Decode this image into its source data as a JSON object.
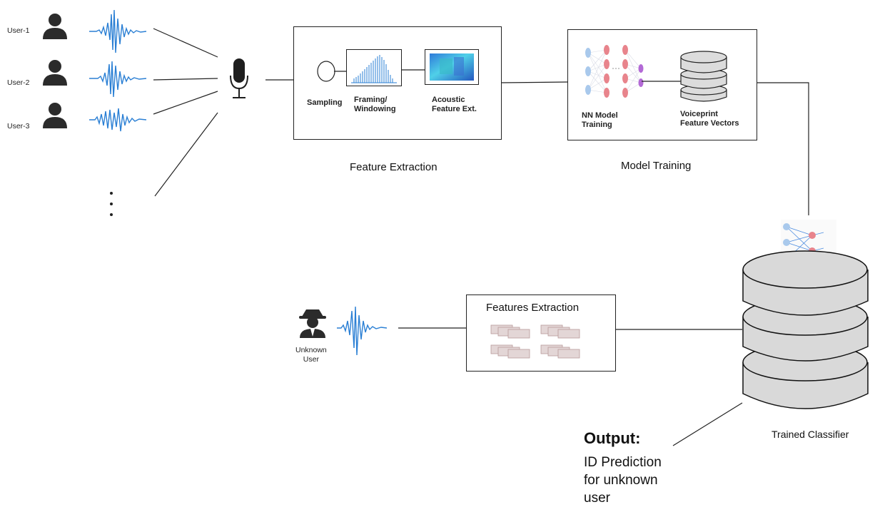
{
  "users": [
    {
      "label": "User-1",
      "icon": "person-icon"
    },
    {
      "label": "User-2",
      "icon": "person-icon"
    },
    {
      "label": "User-3",
      "icon": "person-icon"
    }
  ],
  "ellipsis": ":",
  "feature_extraction": {
    "sampling": "Sampling",
    "framing_line1": "Framing/",
    "framing_line2": "Windowing",
    "acoustic_line1": "Acoustic",
    "acoustic_line2": "Feature Ext.",
    "caption": "Feature  Extraction"
  },
  "model_training": {
    "nn_line1": "NN Model",
    "nn_line2": "Training",
    "vp_line1": "Voiceprint",
    "vp_line2": "Feature Vectors",
    "caption": "Model Training"
  },
  "unknown_user": {
    "line1": "Unknown",
    "line2": "User",
    "icon": "spy-icon"
  },
  "features_extraction_box": {
    "title": "Features  Extraction"
  },
  "classifier": {
    "label": "Trained Classifier"
  },
  "output": {
    "title": "Output:",
    "line1": "ID Prediction",
    "line2": "for unknown",
    "line3": "user"
  },
  "colors": {
    "waveform": "#2a7fd4",
    "nn_red": "#e8848c",
    "nn_blue": "#a9c9ec",
    "nn_purple": "#b36ad6",
    "spectrogram_blue": "#2f7ad9",
    "spectrogram_cyan": "#4fd0e8"
  }
}
